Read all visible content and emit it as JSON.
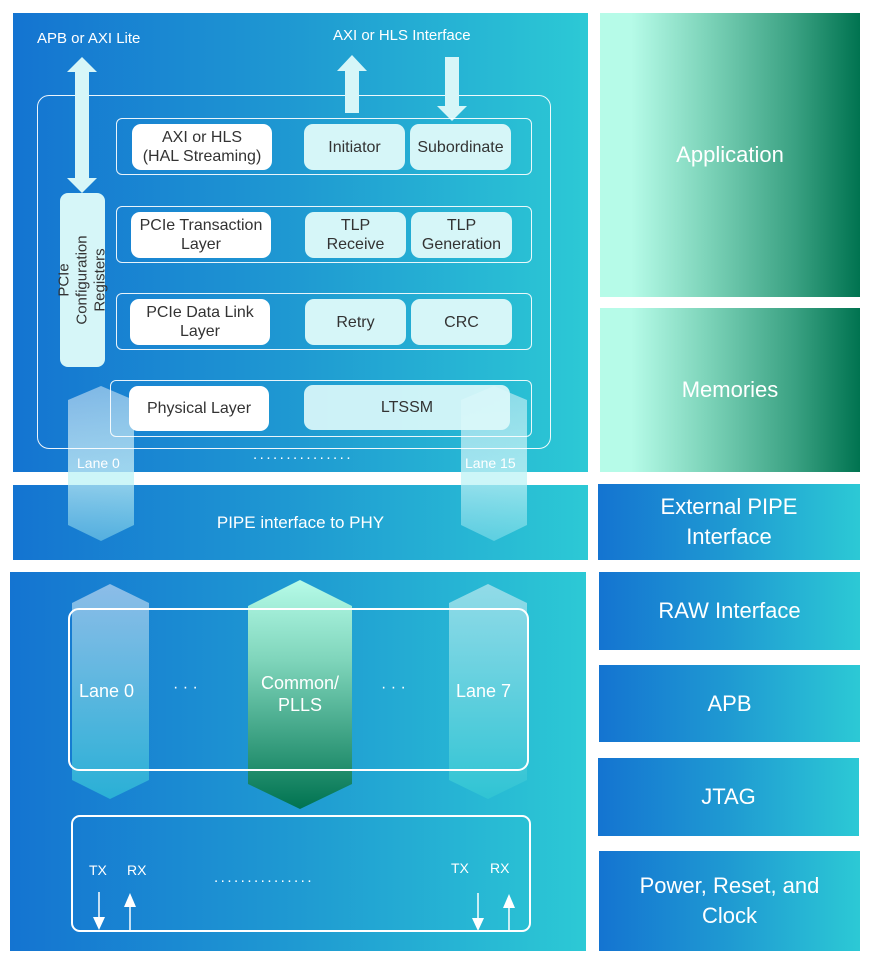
{
  "diagram": {
    "top_panel": {
      "apb_label": "APB or AXI Lite",
      "axi_interface_label": "AXI or HLS Interface",
      "config_registers": "PCIe Configuration Registers",
      "rows": [
        {
          "name": "AXI or HLS (HAL Streaming)",
          "line1": "AXI or HLS",
          "line2": "(HAL Streaming)",
          "blocks": [
            {
              "line1": "Initiator",
              "line2": ""
            },
            {
              "line1": "Subordinate",
              "line2": ""
            }
          ]
        },
        {
          "name": "PCIe Transaction Layer",
          "line1": "PCIe Transaction",
          "line2": "Layer",
          "blocks": [
            {
              "line1": "TLP",
              "line2": "Receive"
            },
            {
              "line1": "TLP",
              "line2": "Generation"
            }
          ]
        },
        {
          "name": "PCIe Data Link Layer",
          "line1": "PCIe Data Link",
          "line2": "Layer",
          "blocks": [
            {
              "line1": "Retry",
              "line2": ""
            },
            {
              "line1": "CRC",
              "line2": ""
            }
          ]
        },
        {
          "name": "Physical Layer",
          "line1": "Physical Layer",
          "line2": "",
          "blocks": [
            {
              "line1": "LTSSM",
              "line2": ""
            }
          ]
        }
      ],
      "lane_first": "Lane 0",
      "lane_last": "Lane 15",
      "lane_ellipsis": "..............."
    },
    "pipe_band": {
      "label": "PIPE interface to PHY"
    },
    "bottom_panel": {
      "lane_first": "Lane 0",
      "ellipsis": "· · ·",
      "common_line1": "Common/",
      "common_line2": "PLLS",
      "lane_last": "Lane 7",
      "tx_label": "TX",
      "rx_label": "RX",
      "tx_rx_ellipsis": "..............."
    },
    "side_column": [
      {
        "id": "application",
        "line1": "Application",
        "line2": ""
      },
      {
        "id": "memories",
        "line1": "Memories",
        "line2": ""
      },
      {
        "id": "external-pipe",
        "line1": "External PIPE",
        "line2": "Interface"
      },
      {
        "id": "raw-interface",
        "line1": "RAW Interface",
        "line2": ""
      },
      {
        "id": "apb",
        "line1": "APB",
        "line2": ""
      },
      {
        "id": "jtag",
        "line1": "JTAG",
        "line2": ""
      },
      {
        "id": "power-reset-clock",
        "line1": "Power, Reset, and",
        "line2": "Clock"
      }
    ],
    "colors": {
      "blue_start": "#1474d1",
      "blue_end": "#2cc9d5",
      "green_light": "#b6fbe8",
      "green_dark": "#007350",
      "arrow_fill": "#d6f6f8"
    }
  }
}
